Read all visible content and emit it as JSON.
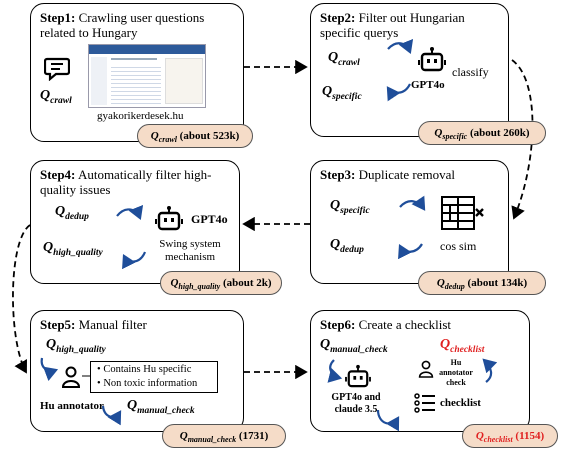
{
  "step1": {
    "title": "Step1:",
    "desc": "Crawling user questions related to Hungary",
    "q": "Q",
    "sub": "crawl",
    "site": "gyakorikerdesek.hu",
    "badge_q": "Q",
    "badge_sub": "crawl",
    "badge_count": "(about 523k)"
  },
  "step2": {
    "title": "Step2:",
    "desc": "Filter out Hungarian specific querys",
    "q1": "Q",
    "q1sub": "crawl",
    "q2": "Q",
    "q2sub": "specific",
    "model": "GPT4o",
    "action": "classify",
    "badge_q": "Q",
    "badge_sub": "specific",
    "badge_count": "(about 260k)"
  },
  "step3": {
    "title": "Step3:",
    "desc": "Duplicate removal",
    "q1": "Q",
    "q1sub": "specific",
    "q2": "Q",
    "q2sub": "dedup",
    "action": "cos sim",
    "badge_q": "Q",
    "badge_sub": "dedup",
    "badge_count": "(about 134k)"
  },
  "step4": {
    "title": "Step4:",
    "desc": "Automatically filter high-quality issues",
    "q1": "Q",
    "q1sub": "dedup",
    "q2": "Q",
    "q2sub": "high_quality",
    "model": "GPT4o",
    "mechanism": "Swing system mechanism",
    "badge_q": "Q",
    "badge_sub": "high_quality",
    "badge_count": "(about 2k)"
  },
  "step5": {
    "title": "Step5:",
    "desc": "Manual filter",
    "q1": "Q",
    "q1sub": "high_quality",
    "criteria": [
      "Contains Hu specific",
      "Non toxic information"
    ],
    "annotator": "Hu annotator",
    "q2": "Q",
    "q2sub": "manual_check",
    "badge_q": "Q",
    "badge_sub": "manual_check",
    "badge_count": "(1731)"
  },
  "step6": {
    "title": "Step6:",
    "desc": "Create a checklist",
    "q1": "Q",
    "q1sub": "manual_check",
    "q2": "Q",
    "q2sub": "checklist",
    "models": "GPT4o and claude 3.5",
    "check": "Hu annotator check",
    "checklist": "checklist",
    "badge_q": "Q",
    "badge_sub": "checklist",
    "badge_count": "(1154)"
  },
  "colors": {
    "arrow": "#1f4e9a",
    "badge_bg": "#f5dcc8",
    "red": "#e02020"
  }
}
